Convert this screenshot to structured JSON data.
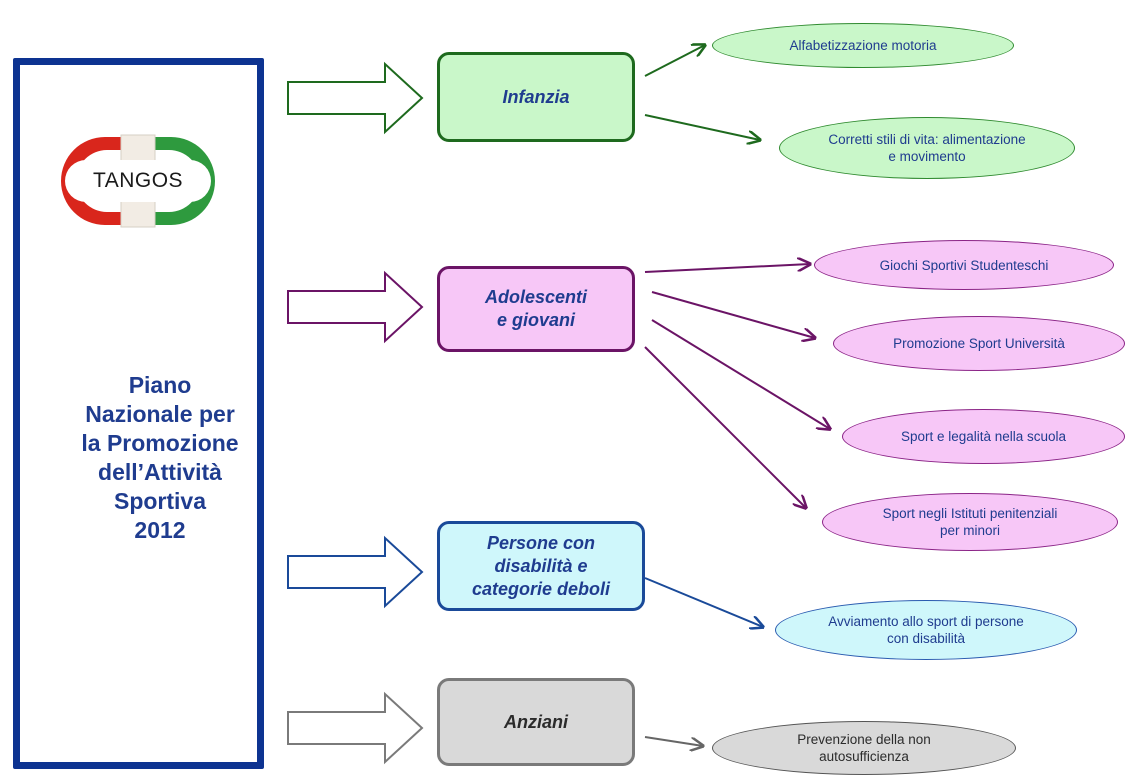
{
  "logo": {
    "text": "TANGOS",
    "icon": "tangos-logo-icon"
  },
  "panel_title": "Piano\nNazionale per\nla Promozione\ndell’Attività\nSportiva\n2012",
  "colors": {
    "panel_border": "#0d3391",
    "green": "#1e6a1e",
    "purple": "#6b1466",
    "blue": "#1a4a99",
    "gray": "#7a7a7a"
  },
  "categories": [
    {
      "label": "Infanzia",
      "items": [
        "Alfabetizzazione motoria",
        "Corretti stili di vita: alimentazione\ne movimento"
      ]
    },
    {
      "label": "Adolescenti\ne giovani",
      "items": [
        "Giochi Sportivi Studenteschi",
        "Promozione Sport Università",
        "Sport e legalità nella scuola",
        "Sport negli Istituti penitenziali\nper minori"
      ]
    },
    {
      "label": "Persone con\ndisabilità e\ncategorie deboli",
      "items": [
        "Avviamento allo sport di persone\ncon disabilità"
      ]
    },
    {
      "label": "Anziani",
      "items": [
        "Prevenzione della non\nautosufficienza"
      ]
    }
  ]
}
